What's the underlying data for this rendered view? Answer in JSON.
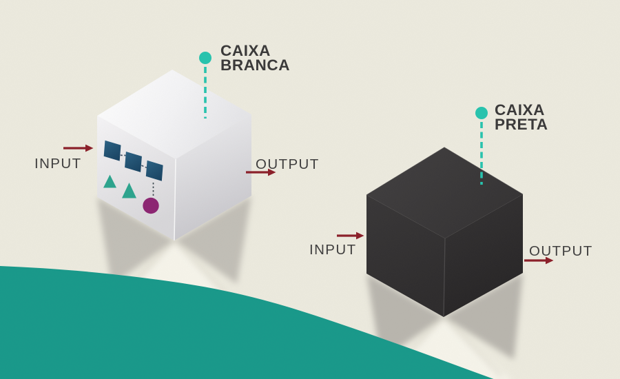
{
  "palette": {
    "background": "#edebdf",
    "wave_teal": "#17998a",
    "pin_teal": "#26c4ae",
    "arrow_maroon": "#8b1e28",
    "title_text": "#3b3a3a",
    "io_text": "#403f3f",
    "flow_square_blue": "#1e4d74",
    "flow_triangle_teal": "#2ba48d",
    "flow_circle_purple": "#8c2472"
  },
  "white_box": {
    "title_line1": "CAIXA",
    "title_line2": "BRANCA",
    "input_label": "INPUT",
    "output_label": "OUTPUT"
  },
  "black_box": {
    "title_line1": "CAIXA",
    "title_line2": "PRETA",
    "input_label": "INPUT",
    "output_label": "OUTPUT"
  }
}
